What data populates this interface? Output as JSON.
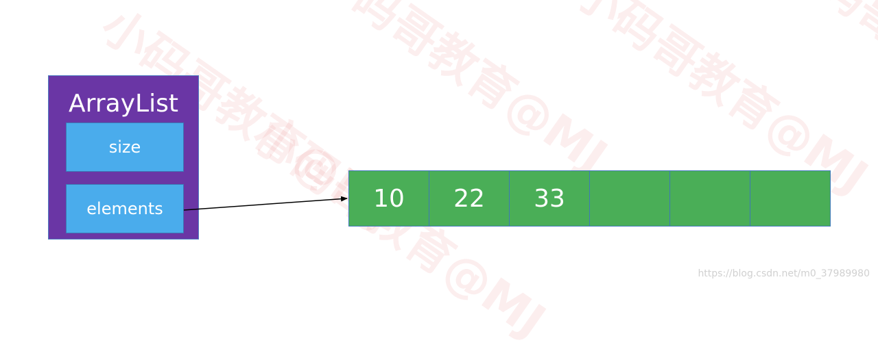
{
  "class_box": {
    "title": "ArrayList",
    "fields": [
      {
        "label": "size"
      },
      {
        "label": "elements"
      }
    ]
  },
  "array": {
    "cells": [
      "10",
      "22",
      "33",
      "",
      "",
      ""
    ]
  },
  "watermark": {
    "text": "小码哥教育@MJ",
    "color": "#eb7878"
  },
  "footer_url": "https://blog.csdn.net/m0_37989980",
  "colors": {
    "class_box_bg": "#6a36a5",
    "field_bg": "#4aacec",
    "cell_bg": "#4aae57",
    "border": "#3e78b8",
    "arrow": "#000000"
  }
}
